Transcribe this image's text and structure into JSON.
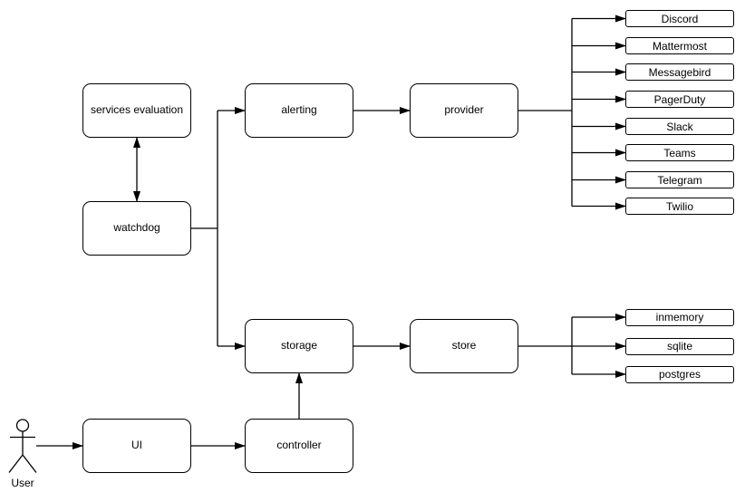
{
  "diagram": {
    "background": "#ffffff",
    "stroke_color": "#000000",
    "node_fill": "#ffffff",
    "text_color": "#000000",
    "nodes": {
      "services_evaluation": "services evaluation",
      "watchdog": "watchdog",
      "alerting": "alerting",
      "provider": "provider",
      "storage": "storage",
      "store": "store",
      "ui": "UI",
      "controller": "controller"
    },
    "providers": [
      "Discord",
      "Mattermost",
      "Messagebird",
      "PagerDuty",
      "Slack",
      "Teams",
      "Telegram",
      "Twilio"
    ],
    "stores": [
      "inmemory",
      "sqlite",
      "postgres"
    ],
    "actor_label": "User"
  }
}
